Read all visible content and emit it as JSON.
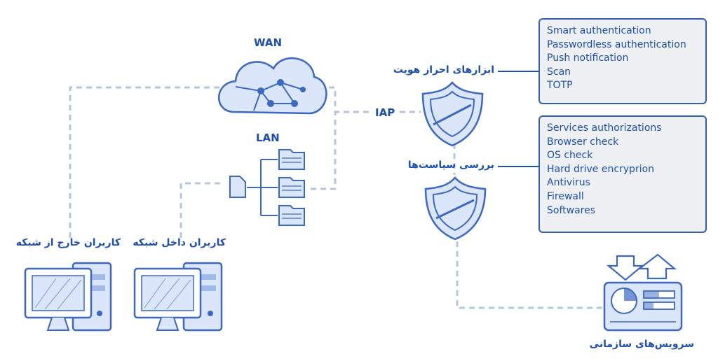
{
  "labels": {
    "wan": "WAN",
    "lan": "LAN",
    "iap": "IAP",
    "auth_tools": "ابزارهای احراز هویت",
    "policy_check": "بررسی سیاست‌ها",
    "external_users": "کاربران خارج از شبکه",
    "internal_users": "کاربران داخل شبکه",
    "org_services": "سرویس‌های سازمانی"
  },
  "auth_panel": {
    "items": [
      "Smart authentication",
      "Passwordless authentication",
      "Push notification",
      "Scan",
      "TOTP"
    ]
  },
  "policy_panel": {
    "items": [
      "Services authorizations",
      "Browser check",
      "OS check",
      "Hard drive encryprion",
      "Antivirus",
      "Firewall",
      "Softwares"
    ]
  },
  "colors": {
    "primary": "#1d4fb3",
    "stroke": "#3a68c4",
    "fill": "#dbe6fa",
    "dash": "#b8c6dc",
    "panel_bg": "#eef0f3",
    "panel_border": "#2f5fae"
  },
  "icons": [
    "cloud-network-icon",
    "folder-tree-icon",
    "document-icon",
    "shield-icon",
    "desktop-computer-icon",
    "dashboard-upload-download-icon"
  ]
}
